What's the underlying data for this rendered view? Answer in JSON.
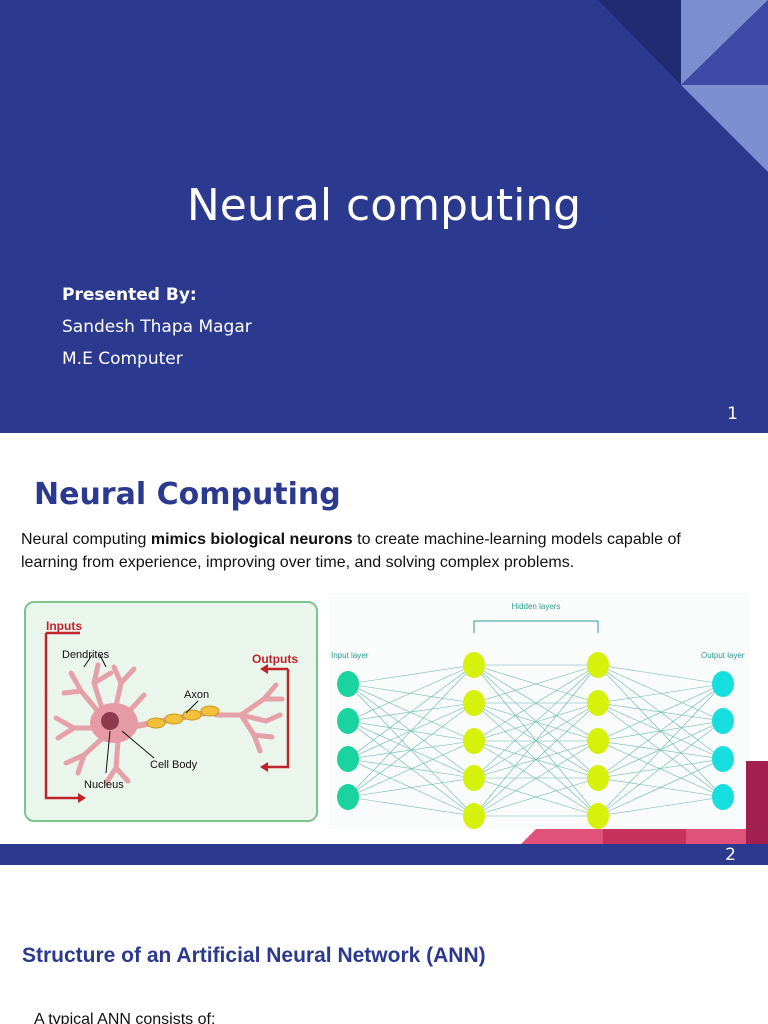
{
  "slide1": {
    "title": "Neural computing",
    "presenter_label": "Presented By:",
    "presenter_name": "Sandesh Thapa Magar",
    "presenter_dept": "M.E Computer",
    "page_number": "1"
  },
  "slide2": {
    "title": "Neural Computing",
    "desc_prefix": "Neural computing ",
    "desc_bold": "mimics biological neurons",
    "desc_suffix": " to create machine-learning models capable of learning from experience, improving over time, and solving complex problems.",
    "neuron_labels": {
      "inputs": "Inputs",
      "dendrites": "Dendrites",
      "outputs": "Outputs",
      "axon": "Axon",
      "cell_body": "Cell Body",
      "nucleus": "Nucleus"
    },
    "network_labels": {
      "hidden": "Hidden layers",
      "input": "Input layer",
      "output": "Output layer"
    },
    "page_number": "2"
  },
  "slide3": {
    "heading": "Structure of an Artificial Neural Network (ANN)",
    "body": "A typical ANN consists of:"
  },
  "colors": {
    "primary": "#2b3a8f",
    "deco_light": "#7b8fd0",
    "deco_mid": "#3c4aa6",
    "deco_dark": "#1f2c72",
    "accent_pink": "#e0527c",
    "accent_maroon": "#a2204e"
  }
}
